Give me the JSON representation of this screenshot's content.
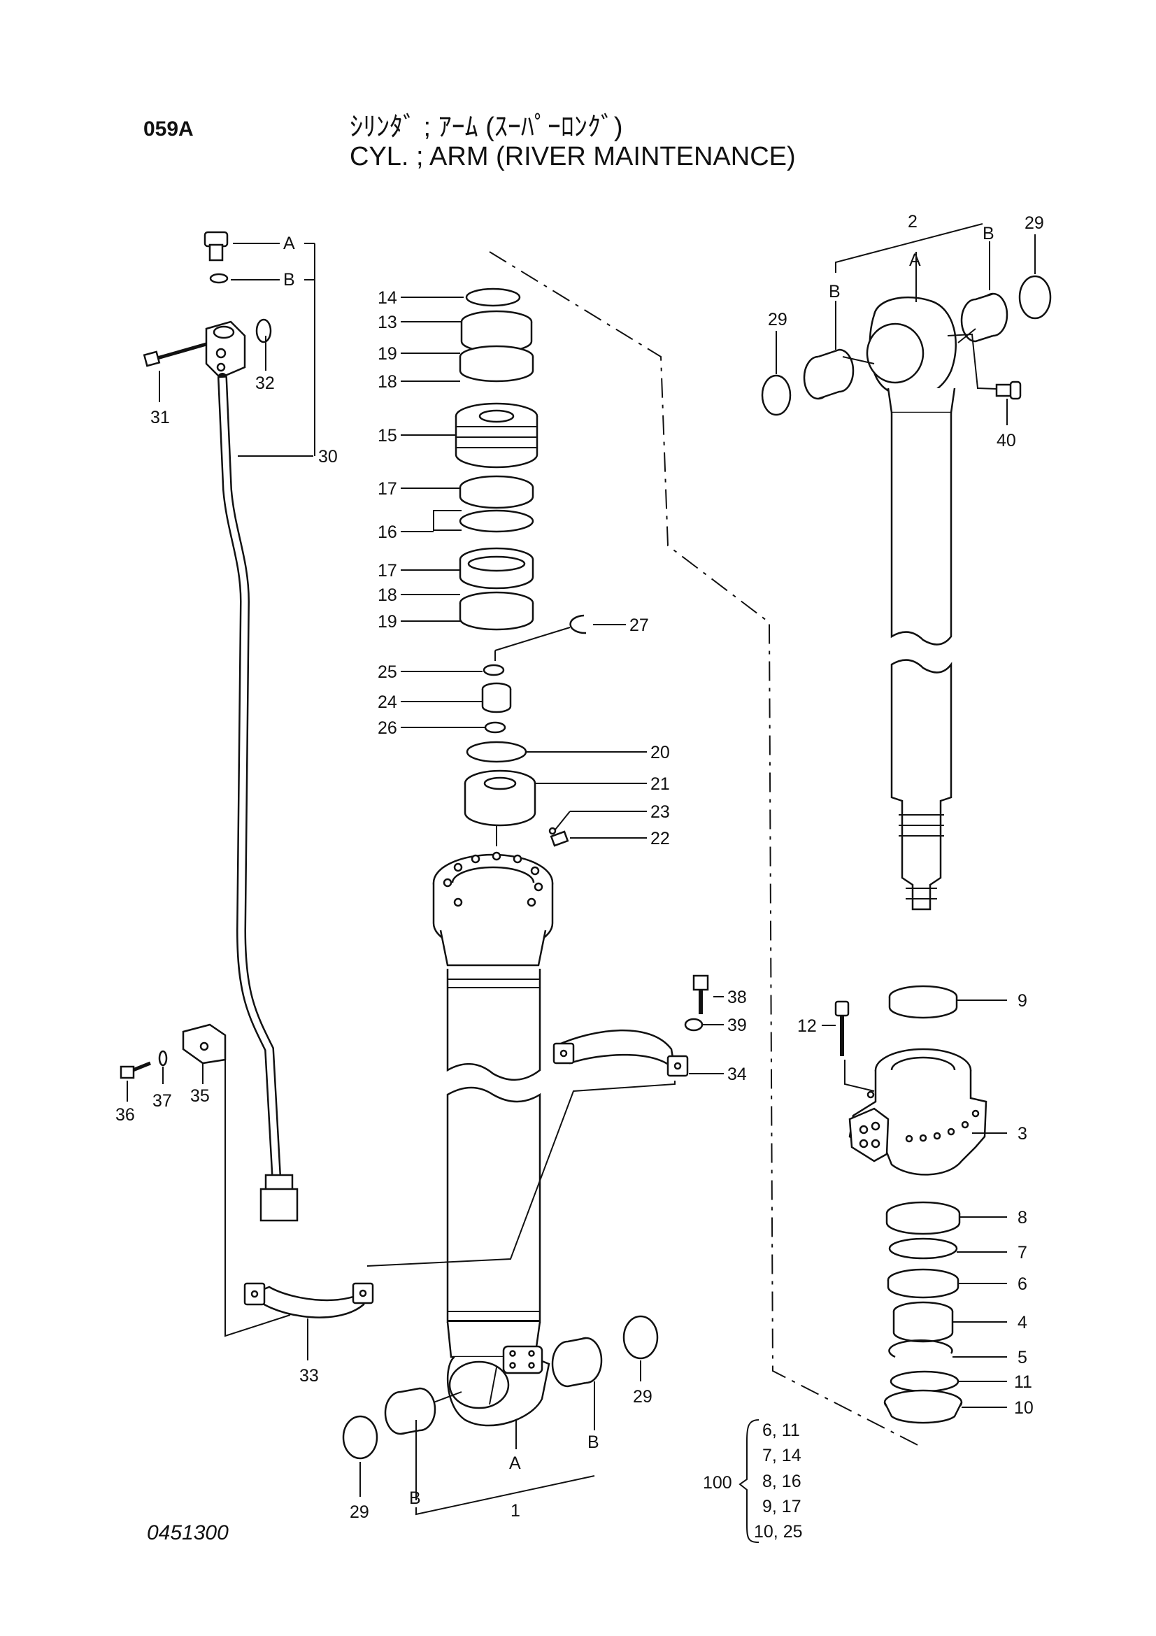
{
  "header": {
    "page_code": "059A",
    "title_jp": "ｼﾘﾝﾀﾞ ; ｱｰﾑ (ｽｰﾊﾟｰﾛﾝｸﾞ)",
    "title_en": "CYL. ; ARM (RIVER MAINTENANCE)"
  },
  "footer": {
    "drawing_no": "0451300"
  },
  "callouts": {
    "c1": "1",
    "c2": "2",
    "c3": "3",
    "c4": "4",
    "c5": "5",
    "c6": "6",
    "c7": "7",
    "c8": "8",
    "c9": "9",
    "c10": "10",
    "c11": "11",
    "c12": "12",
    "c13": "13",
    "c14": "14",
    "c15": "15",
    "c16": "16",
    "c17a": "17",
    "c17b": "17",
    "c18a": "18",
    "c18b": "18",
    "c19a": "19",
    "c19b": "19",
    "c20": "20",
    "c21": "21",
    "c22": "22",
    "c23": "23",
    "c24": "24",
    "c25": "25",
    "c26": "26",
    "c27": "27",
    "c29a": "29",
    "c29b": "29",
    "c29c": "29",
    "c29d": "29",
    "c30": "30",
    "c31": "31",
    "c32": "32",
    "c33": "33",
    "c34": "34",
    "c35": "35",
    "c36": "36",
    "c37": "37",
    "c38": "38",
    "c39": "39",
    "c40": "40",
    "A_pipe": "A",
    "B_pipe": "B",
    "A_rod": "A",
    "B_rod_l": "B",
    "B_rod_r": "B",
    "A_tube": "A",
    "B_tube_l": "B",
    "B_tube_r": "B"
  },
  "kit": {
    "number": "100",
    "rows": [
      "6,  11",
      "7,  14",
      "8,  16",
      "9,  17",
      "10,  25"
    ]
  }
}
